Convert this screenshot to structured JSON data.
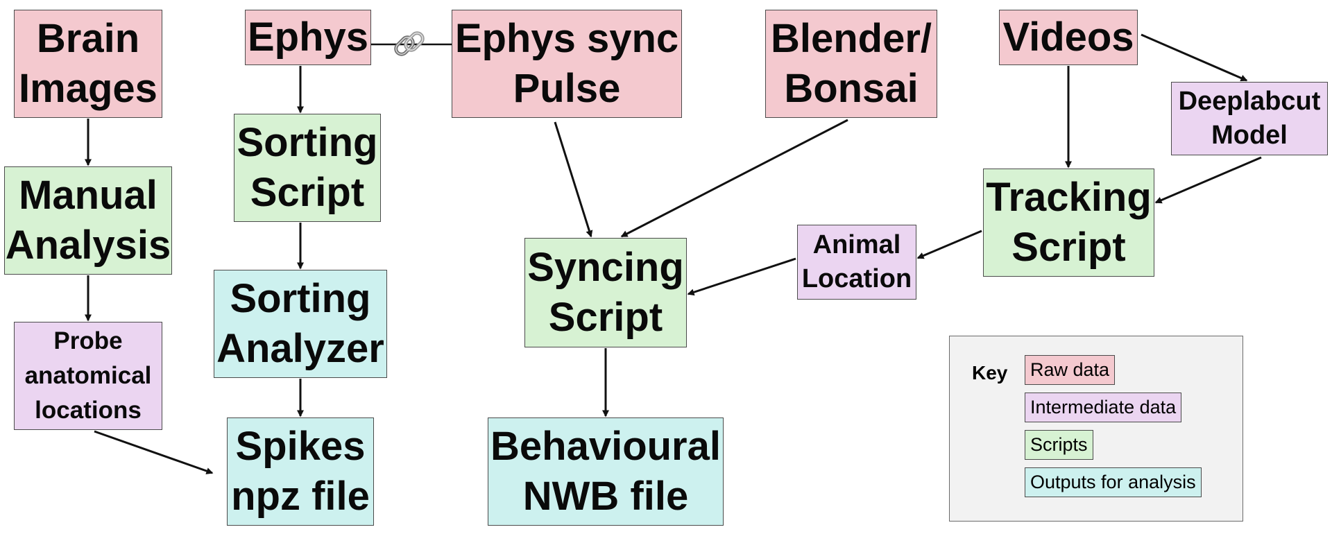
{
  "nodes": {
    "brain_images": "Brain\nImages",
    "ephys": "Ephys",
    "ephys_sync": "Ephys sync\nPulse",
    "blender_bonsai": "Blender/\nBonsai",
    "videos": "Videos",
    "deeplabcut_model": "Deeplabcut\nModel",
    "manual_analysis": "Manual\nAnalysis",
    "sorting_script": "Sorting\nScript",
    "tracking_script": "Tracking\nScript",
    "animal_location": "Animal\nLocation",
    "syncing_script": "Syncing\nScript",
    "probe_locations": "Probe\nanatomical\nlocations",
    "sorting_analyzer": "Sorting\nAnalyzer",
    "spikes_npz": "Spikes\nnpz file",
    "behavioural_nwb": "Behavioural\nNWB file"
  },
  "key": {
    "title": "Key",
    "raw": "Raw data",
    "intermediate": "Intermediate data",
    "scripts": "Scripts",
    "outputs": "Outputs for analysis"
  },
  "colors": {
    "raw_data": "#f4c9cf",
    "intermediate_data": "#ebd5f1",
    "scripts": "#d7f2d3",
    "outputs": "#cdf1ef",
    "arrow": "#111111"
  },
  "icons": {
    "link": "chain-link-icon"
  }
}
